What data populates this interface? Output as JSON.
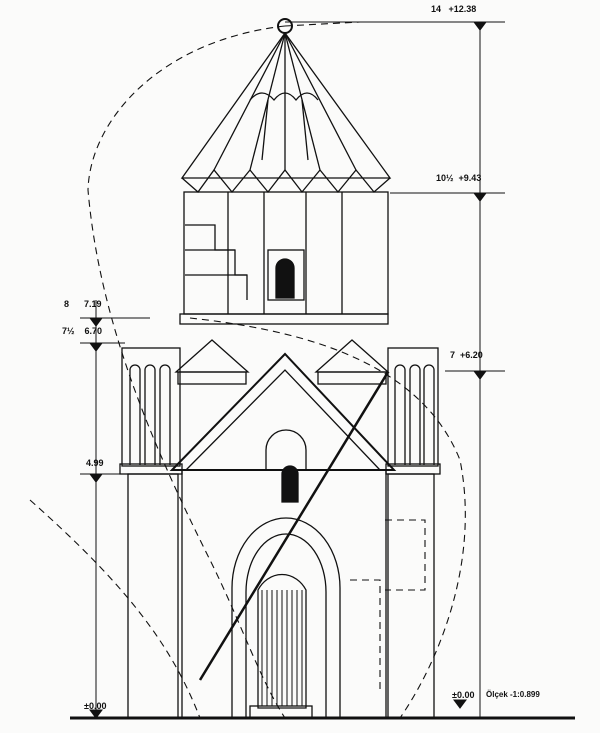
{
  "levels": {
    "top": {
      "module": "14",
      "elevation": "+12.38"
    },
    "drum_top": {
      "module": "10½",
      "elevation": "+9.43"
    },
    "drum_base": {
      "module": "8",
      "elevation": "7.19"
    },
    "cornice": {
      "module": "7½",
      "elevation": "6.70"
    },
    "roof_right": {
      "module": "7",
      "elevation": "+6.20"
    },
    "wall": {
      "elevation": "4.99"
    },
    "ground_left": {
      "elevation": "±0.00"
    },
    "ground_right": {
      "elevation": "±0.00"
    }
  },
  "scale_note": "Ölçek -1:0.899",
  "colors": {
    "ink": "#111111",
    "paper": "#fbfbfa"
  }
}
